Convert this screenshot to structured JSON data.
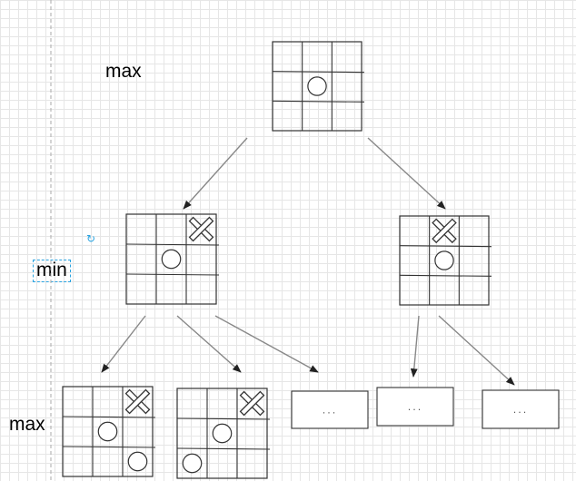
{
  "levels": {
    "top": "max",
    "middle": "min",
    "bottom": "max"
  },
  "placeholder_text": "...",
  "icons": {
    "rotate": "rotate-icon"
  },
  "colors": {
    "grid_line": "#e6e6e6",
    "stroke": "#333333",
    "arrow": "#888888",
    "selection": "#29a3e0"
  },
  "boards": {
    "root": [
      [
        "",
        "",
        ""
      ],
      [
        "",
        "O",
        ""
      ],
      [
        "",
        "",
        ""
      ]
    ],
    "min_left": [
      [
        "",
        "",
        "X"
      ],
      [
        "",
        "O",
        ""
      ],
      [
        "",
        "",
        ""
      ]
    ],
    "min_right": [
      [
        "",
        "X",
        ""
      ],
      [
        "",
        "O",
        ""
      ],
      [
        "",
        "",
        ""
      ]
    ],
    "leaf_1": [
      [
        "",
        "",
        "X"
      ],
      [
        "",
        "O",
        ""
      ],
      [
        "",
        "",
        "O"
      ]
    ],
    "leaf_2": [
      [
        "",
        "",
        "X"
      ],
      [
        "",
        "O",
        ""
      ],
      [
        "O",
        "",
        ""
      ]
    ]
  }
}
